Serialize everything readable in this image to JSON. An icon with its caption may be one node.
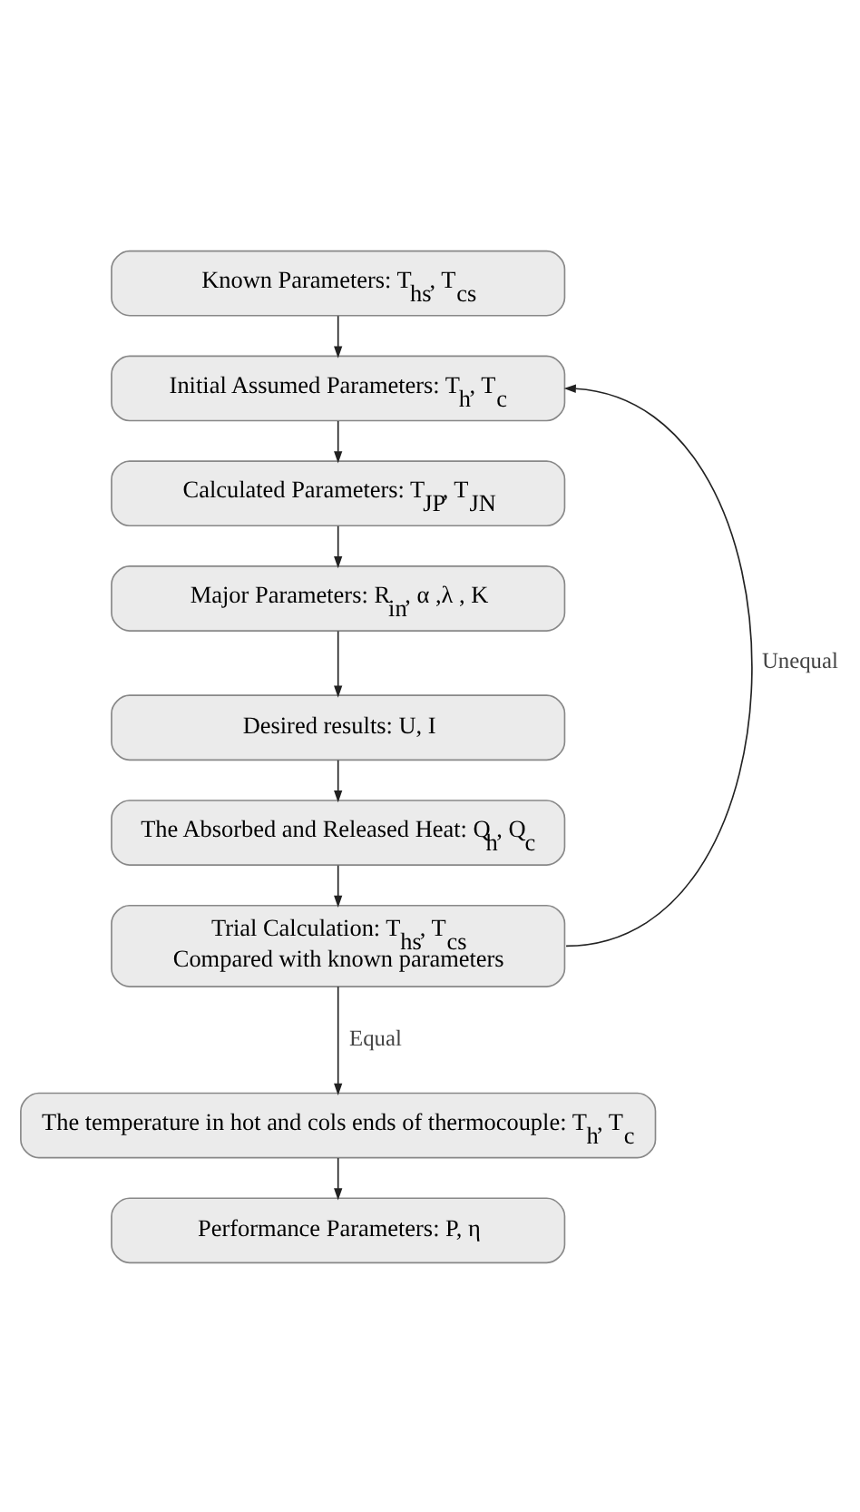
{
  "diagram": {
    "nodes": [
      {
        "text": [
          "Known Parameters: T$_{hs}$, T$_{cs}$"
        ]
      },
      {
        "text": [
          "Initial Assumed Parameters: T$_{h}$, T$_{c}$"
        ]
      },
      {
        "text": [
          "Calculated Parameters: T$_{JP}$, T$_{JN}$"
        ]
      },
      {
        "text": [
          "Major Parameters: R$_{in}$, α ,λ , K"
        ]
      },
      {
        "text": [
          "Desired results: U, I"
        ]
      },
      {
        "text": [
          "The Absorbed and Released Heat: Q$_{h}$, Q$_{c}$"
        ]
      },
      {
        "text": [
          "Trial Calculation: T$_{hs}$, T$_{cs}$",
          "Compared with known parameters"
        ]
      },
      {
        "text": [
          "The temperature in hot and cols ends of thermocouple: T$_{h}$, T$_{c}$"
        ]
      },
      {
        "text": [
          "Performance Parameters: P, η"
        ]
      }
    ],
    "edges": [
      {
        "from": 0,
        "to": 1,
        "arrow": "to"
      },
      {
        "from": 1,
        "to": 2,
        "arrow": "to"
      },
      {
        "from": 2,
        "to": 3,
        "arrow": "to"
      },
      {
        "from": 3,
        "to": 4,
        "arrow": "to"
      },
      {
        "from": 4,
        "to": 5,
        "arrow": "to"
      },
      {
        "from": 5,
        "to": 6,
        "arrow": "to"
      },
      {
        "from": 6,
        "to": 1,
        "arrow": "to",
        "label": "Unequal"
      },
      {
        "from": 6,
        "to": 7,
        "arrow": "to",
        "label": "Equal"
      },
      {
        "from": 7,
        "to": 8,
        "arrow": "to"
      }
    ]
  }
}
